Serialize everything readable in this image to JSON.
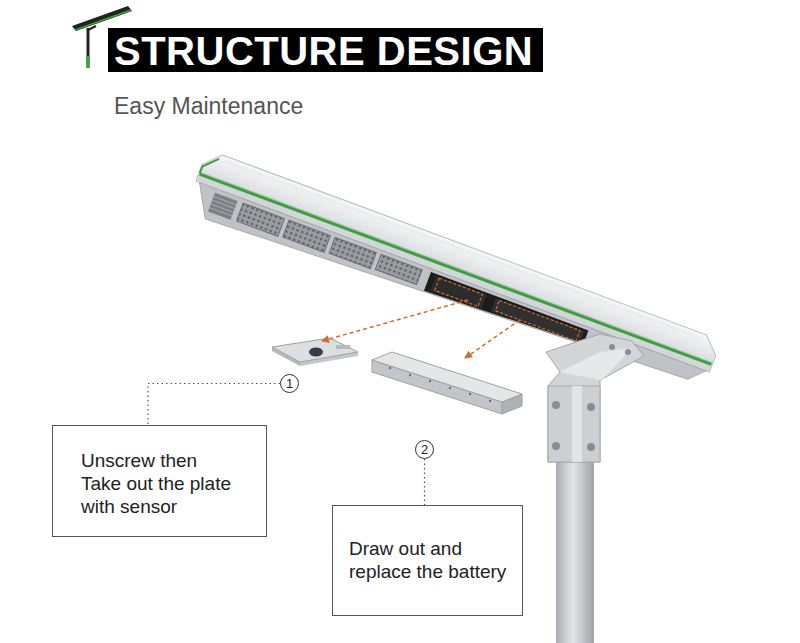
{
  "diagram": {
    "title": "STRUCTURE DESIGN",
    "nodes": [
      {
        "text": [
          "1"
        ]
      },
      {
        "text": [
          "Unscrew then Take out the plate with sensor"
        ]
      },
      {
        "text": [
          "2"
        ]
      },
      {
        "text": [
          "Draw out and replace the battery"
        ]
      }
    ],
    "edges": [
      {
        "from": 0,
        "to": 1,
        "arrow": "none"
      },
      {
        "from": 2,
        "to": 3,
        "arrow": "none"
      }
    ],
    "labels": [
      "Easy Maintenance"
    ]
  }
}
